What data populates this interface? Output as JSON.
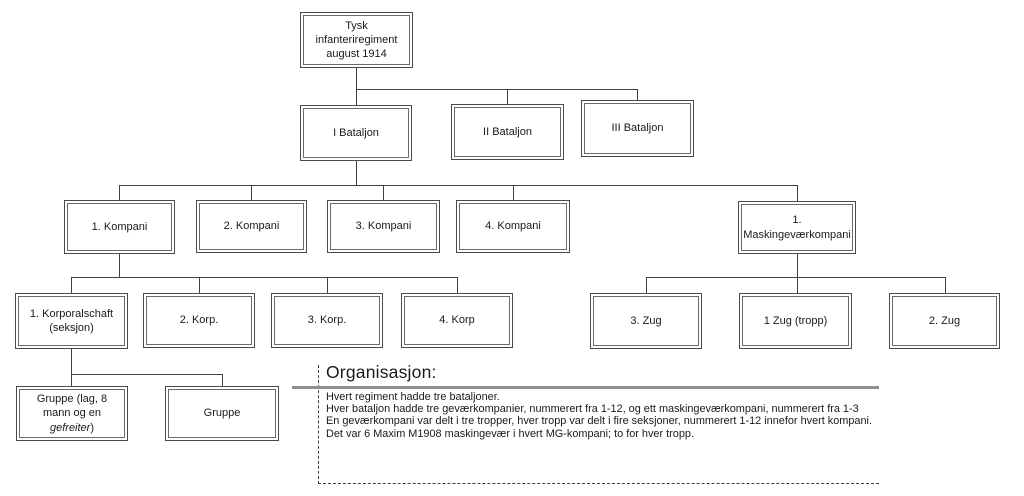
{
  "diagram": {
    "title": "Tysk infanteriregiment august 1914",
    "nodes": {
      "regiment": "Tysk infanteriregiment august 1914",
      "bataljon_1": "I Bataljon",
      "bataljon_2": "II Bataljon",
      "bataljon_3": "III Bataljon",
      "kompani_1": "1. Kompani",
      "kompani_2": "2. Kompani",
      "kompani_3": "3. Kompani",
      "kompani_4": "4. Kompani",
      "mg_kompani": "1. Maskingeværkompani",
      "korporalschaft_1": "1. Korporalschaft (seksjon)",
      "korp_2": "2. Korp.",
      "korp_3": "3. Korp.",
      "korp_4": "4. Korp",
      "zug_3": "3. Zug",
      "zug_1": "1 Zug (tropp)",
      "zug_2": "2. Zug",
      "gruppe_lag": {
        "prefix": "Gruppe (lag, 8 mann og en ",
        "italic": "gefreiter",
        "suffix": ")"
      },
      "gruppe": "Gruppe"
    },
    "note": {
      "heading": "Organisasjon:",
      "lines": [
        "Hvert regiment hadde tre bataljoner.",
        "Hver bataljon hadde tre geværkompanier, nummerert fra 1-12, og ett maskingeværkompani, nummerert fra 1-3",
        "En geværkompani var delt i tre tropper, hver tropp var delt i fire seksjoner, nummerert 1-12 innefor hvert kompani.",
        "Det var 6 Maxim M1908 maskingevær i hvert MG-kompani; to for hver tropp."
      ]
    },
    "colors": {
      "background": "#ffffff",
      "box_border_outer": "#4b4b4b",
      "box_border_inner": "#6b6b6b",
      "connector_line": "#404040",
      "heading_rule": "#8f8f8f",
      "text": "#1a1a1a"
    }
  }
}
